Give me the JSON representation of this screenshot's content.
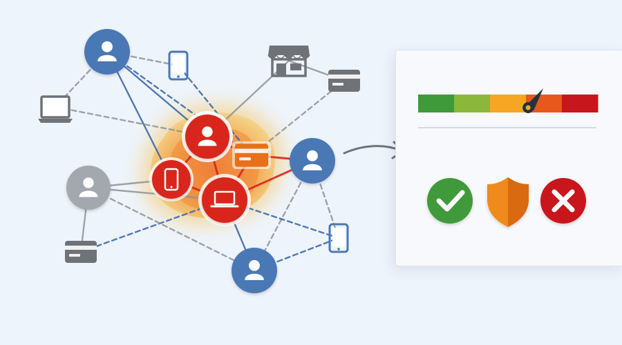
{
  "colors": {
    "background": "#eef4fb",
    "user_blue": "#4a78b5",
    "user_gray": "#a3a8af",
    "device_gray": "#6f7378",
    "fraud_red": "#d9261c",
    "fraud_orange": "#e8701a",
    "heat_yellow": "#f5b24a",
    "approve_green": "#3f9a3a",
    "shield_orange": "#f08a1a",
    "reject_red": "#c8161d",
    "link_blue": "#3f6aa8",
    "link_gray": "#8d939a"
  },
  "icons": {
    "user": "user-icon",
    "phone": "phone-icon",
    "laptop": "laptop-icon",
    "store": "storefront-icon",
    "card": "credit-card-icon",
    "arrow": "arrow-right-icon",
    "approve": "checkmark-icon",
    "review": "shield-icon",
    "reject": "x-icon"
  },
  "risk_gauge": {
    "segments": [
      "#3f9a3a",
      "#8bb83a",
      "#f5a623",
      "#e8581c",
      "#c8161d"
    ],
    "level": 0.62
  },
  "decisions": [
    "approve",
    "review",
    "reject"
  ]
}
